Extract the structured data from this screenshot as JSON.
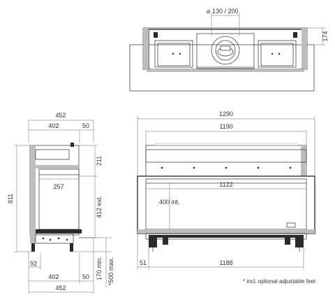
{
  "dimensions": {
    "flue": "130 / 200",
    "top_depth": "174",
    "side_overall_width": "452",
    "side_body_width": "402",
    "side_top_offset": "50",
    "side_upper_height": "211",
    "side_glass_width": "257",
    "side_overall_height": "811",
    "side_ext_height": "412 ext.",
    "side_bottom_offset": "92",
    "side_bottom_body": "402",
    "side_bottom_offset2": "50",
    "side_min_height": "170 min.",
    "side_max_height": "*500 max.",
    "side_bottom_overall": "452",
    "front_overall_width": "1290",
    "front_body_width": "1190",
    "front_glass_width": "1122",
    "front_int_height": "400 int.",
    "front_left_offset": "51",
    "front_feet_width": "1188"
  },
  "note": "* incl. optional adjustable feet",
  "colors": {
    "line": "#444444",
    "dark_fill": "#2a2a2a",
    "grey_fill": "#bdbdbd"
  }
}
